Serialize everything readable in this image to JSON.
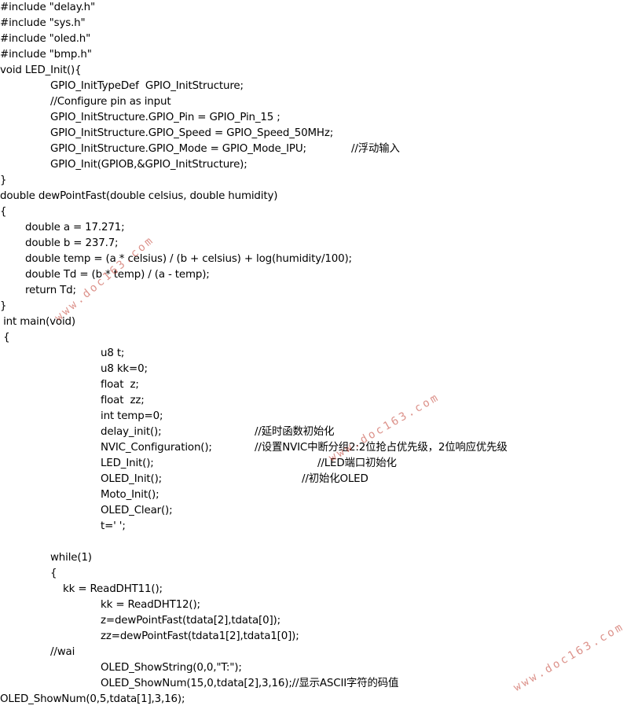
{
  "code_lines": [
    "#include \"delay.h\"",
    "#include \"sys.h\"",
    "#include \"oled.h\"",
    "#include \"bmp.h\"",
    "void LED_Init(){",
    "GPIO_InitTypeDef  GPIO_InitStructure;",
    "//Configure pin as input",
    "GPIO_InitStructure.GPIO_Pin = GPIO_Pin_15 ;",
    "GPIO_InitStructure.GPIO_Speed = GPIO_Speed_50MHz;",
    "GPIO_InitStructure.GPIO_Mode = GPIO_Mode_IPU;",
    "GPIO_Init(GPIOB,&GPIO_InitStructure);",
    "}",
    "double dewPointFast(double celsius, double humidity)",
    "{",
    "double a = 17.271;",
    "double b = 237.7;",
    "double temp = (a * celsius) / (b + celsius) + log(humidity/100);",
    "double Td = (b * temp) / (a - temp);",
    "return Td;",
    "}",
    " int main(void)",
    " {",
    "u8 t;",
    "u8 kk=0;",
    "float  z;",
    "float  zz;",
    "int temp=0;",
    "delay_init();",
    "NVIC_Configuration();",
    "LED_Init();",
    "OLED_Init();",
    "Moto_Init();",
    "OLED_Clear();",
    "t=' ';",
    "while(1)",
    "{",
    "kk = ReadDHT11();",
    "kk = ReadDHT12();",
    "z=dewPointFast(tdata[2],tdata[0]);",
    "zz=dewPointFast(tdata1[2],tdata1[0]);",
    "//wai",
    "OLED_ShowString(0,0,\"T:\");",
    "OLED_ShowNum(15,0,tdata[2],3,16);//显示ASCII字符的码值",
    "OLED_ShowNum(0,5,tdata[1],3,16);"
  ],
  "comments": [
    "//浮动输入",
    "//延时函数初始化",
    "//设置NVIC中断分组2:2位抢占优先级，2位响应优先级",
    "//LED端口初始化",
    "//初始化OLED"
  ],
  "watermarks": [
    "www.doc163.com",
    "www.doc163.com",
    "www.doc163.com"
  ]
}
